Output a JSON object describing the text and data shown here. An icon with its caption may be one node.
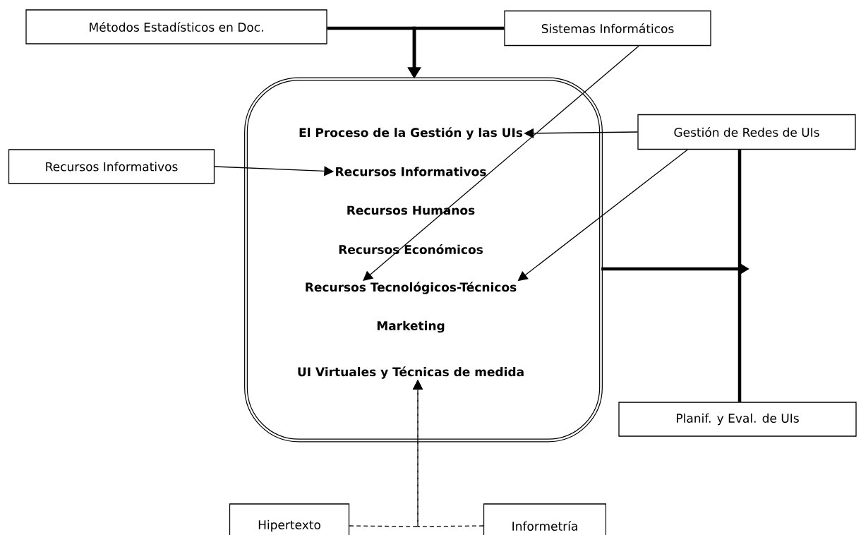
{
  "diagram": {
    "nodes": [
      {
        "text": [
          "Métodos Estadísticos en Doc."
        ]
      },
      {
        "text": [
          "Sistemas Informáticos"
        ]
      },
      {
        "text": [],
        "shape": "box"
      },
      {
        "text": [
          "El Proceso de la Gestión y las UIs"
        ],
        "in": 2
      },
      {
        "text": [
          "Recursos Informativos"
        ],
        "in": 2
      },
      {
        "text": [
          "Recursos Humanos"
        ],
        "in": 2
      },
      {
        "text": [
          "Recursos Económicos"
        ],
        "in": 2
      },
      {
        "text": [
          "Recursos Tecnológicos-Técnicos"
        ],
        "in": 2
      },
      {
        "text": [
          "Marketing"
        ],
        "in": 2
      },
      {
        "text": [
          "UI Virtuales y Técnicas de medida"
        ],
        "in": 2
      },
      {
        "text": [
          "Recursos Informativos"
        ]
      },
      {
        "text": [
          "Gestión de Redes de UIs"
        ]
      },
      {
        "text": [
          "Planif. y Eval. de UIs"
        ]
      },
      {
        "text": [
          "Hipertexto"
        ]
      },
      {
        "text": [
          "Informetría"
        ]
      }
    ],
    "edges": [
      {
        "from": 0,
        "to": 2,
        "arrow": "to",
        "style": "thick"
      },
      {
        "from": 1,
        "to": 2,
        "arrow": "to",
        "style": "thick"
      },
      {
        "from": 1,
        "to": 7,
        "arrow": "to"
      },
      {
        "from": 11,
        "to": 3,
        "arrow": "to"
      },
      {
        "from": 11,
        "to": 7,
        "arrow": "to"
      },
      {
        "from": 10,
        "to": 4,
        "arrow": "to"
      },
      {
        "from": 11,
        "to": 12,
        "arrow": "none",
        "style": "thick"
      },
      {
        "from": 2,
        "to": null,
        "arrow": "to",
        "style": "thick"
      },
      {
        "from": 13,
        "to": 9,
        "arrow": "to",
        "style": "dashed"
      },
      {
        "from": 14,
        "to": 9,
        "arrow": "to",
        "style": "dashed"
      }
    ]
  }
}
